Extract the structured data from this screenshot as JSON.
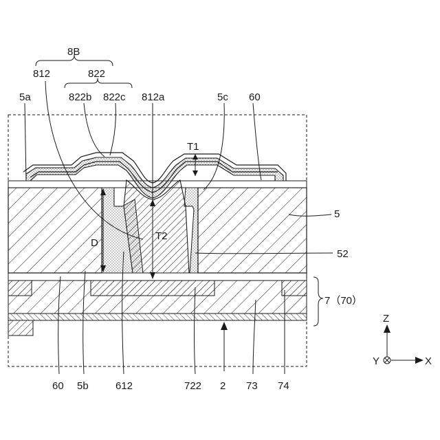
{
  "labels": {
    "top_group": "8B",
    "l812": "812",
    "l822": "822",
    "l822b": "822b",
    "l822c": "822c",
    "l812a": "812a",
    "l5a": "5a",
    "l5c": "5c",
    "l60_top": "60",
    "lT1": "T1",
    "lT2": "T2",
    "lD": "D",
    "l5": "5",
    "l52": "52",
    "l7": "7（70）",
    "l60_bot": "60",
    "l5b": "5b",
    "l612": "612",
    "l722": "722",
    "l2": "2",
    "l73": "73",
    "l74": "74"
  },
  "axes": {
    "z": "Z",
    "y": "Y",
    "x": "X"
  }
}
